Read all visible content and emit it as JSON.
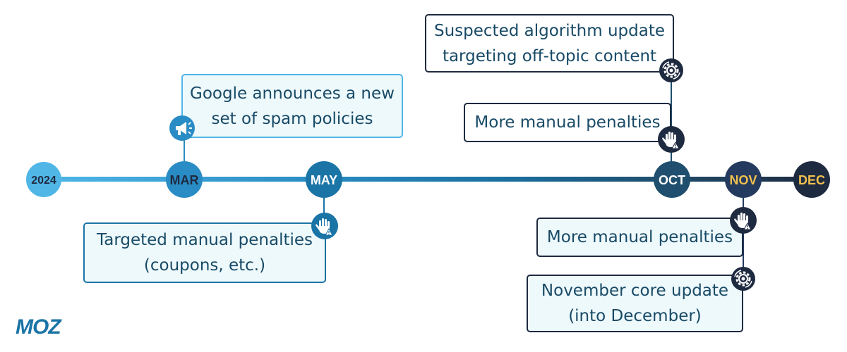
{
  "colors": {
    "light_blue": "#4fb6e6",
    "mid_blue": "#2a8cc4",
    "teal_blue": "#1a74a6",
    "dark_teal": "#1f4e6e",
    "navy": "#243a5e",
    "darkest": "#1e2a40",
    "box_fill_light": "#eef9fc",
    "box_text": "#184a66",
    "month_gold": "#f0c04e",
    "logo_blue": "#1a74a6"
  },
  "timeline": {
    "markers": [
      {
        "id": "2024",
        "label": "2024",
        "fill": "#4fb6e6",
        "text": "#1e2a40"
      },
      {
        "id": "mar",
        "label": "MAR",
        "fill": "#2a8cc4",
        "text": "#1e2a40"
      },
      {
        "id": "may",
        "label": "MAY",
        "fill": "#1a74a6",
        "text": "#ffffff"
      },
      {
        "id": "oct",
        "label": "OCT",
        "fill": "#1f4e6e",
        "text": "#ffffff"
      },
      {
        "id": "nov",
        "label": "NOV",
        "fill": "#243a5e",
        "text": "#f0c04e"
      },
      {
        "id": "dec",
        "label": "DEC",
        "fill": "#1e2a40",
        "text": "#f0c04e"
      }
    ]
  },
  "events": {
    "mar_spam_policies": {
      "line1": "Google announces a new",
      "line2": "set of spam policies",
      "icon": "megaphone-icon"
    },
    "may_manual_penalties": {
      "line1": "Targeted manual penalties",
      "line2": "(coupons, etc.)",
      "icon": "hand-warning-icon"
    },
    "oct_algorithm_update": {
      "line1": "Suspected algorithm update",
      "line2": "targeting off-topic content",
      "icon": "gear-icon"
    },
    "oct_manual_penalties": {
      "line1": "More manual penalties",
      "icon": "hand-warning-icon"
    },
    "nov_manual_penalties": {
      "line1": "More manual penalties",
      "icon": "hand-warning-icon"
    },
    "nov_core_update": {
      "line1": "November core update",
      "line2": "(into December)",
      "icon": "gear-icon"
    }
  },
  "logo": {
    "text": "MOZ"
  }
}
